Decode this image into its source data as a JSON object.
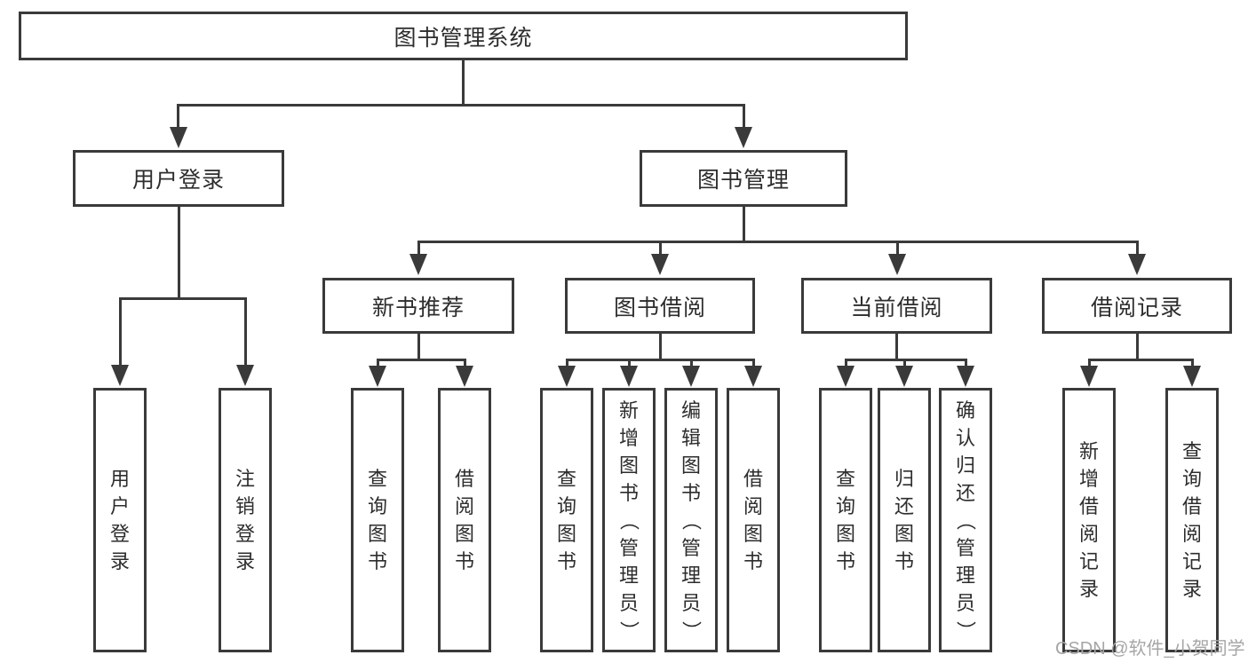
{
  "diagram": {
    "root": {
      "label": "图书管理系统"
    },
    "user_login": {
      "label": "用户登录",
      "children": [
        {
          "label": "用户登录"
        },
        {
          "label": "注销登录"
        }
      ]
    },
    "book_mgmt": {
      "label": "图书管理",
      "children": {
        "new_books": {
          "label": "新书推荐",
          "children": [
            {
              "label": "查询图书"
            },
            {
              "label": "借阅图书"
            }
          ]
        },
        "borrow": {
          "label": "图书借阅",
          "children": [
            {
              "label": "查询图书"
            },
            {
              "label": "新增图书（管理员）"
            },
            {
              "label": "编辑图书（管理员）"
            },
            {
              "label": "借阅图书"
            }
          ]
        },
        "current": {
          "label": "当前借阅",
          "children": [
            {
              "label": "查询图书"
            },
            {
              "label": "归还图书"
            },
            {
              "label": "确认归还（管理员）"
            }
          ]
        },
        "records": {
          "label": "借阅记录",
          "children": [
            {
              "label": "新增借阅记录"
            },
            {
              "label": "查询借阅记录"
            }
          ]
        }
      }
    }
  },
  "watermark": {
    "text": "CSDN @软件_小贺同学"
  },
  "colors": {
    "line": "#3a3a3a",
    "box_border": "#3a3a3a",
    "text": "#2d2d2d",
    "watermark": "#a6a6a6",
    "background": "#ffffff"
  }
}
